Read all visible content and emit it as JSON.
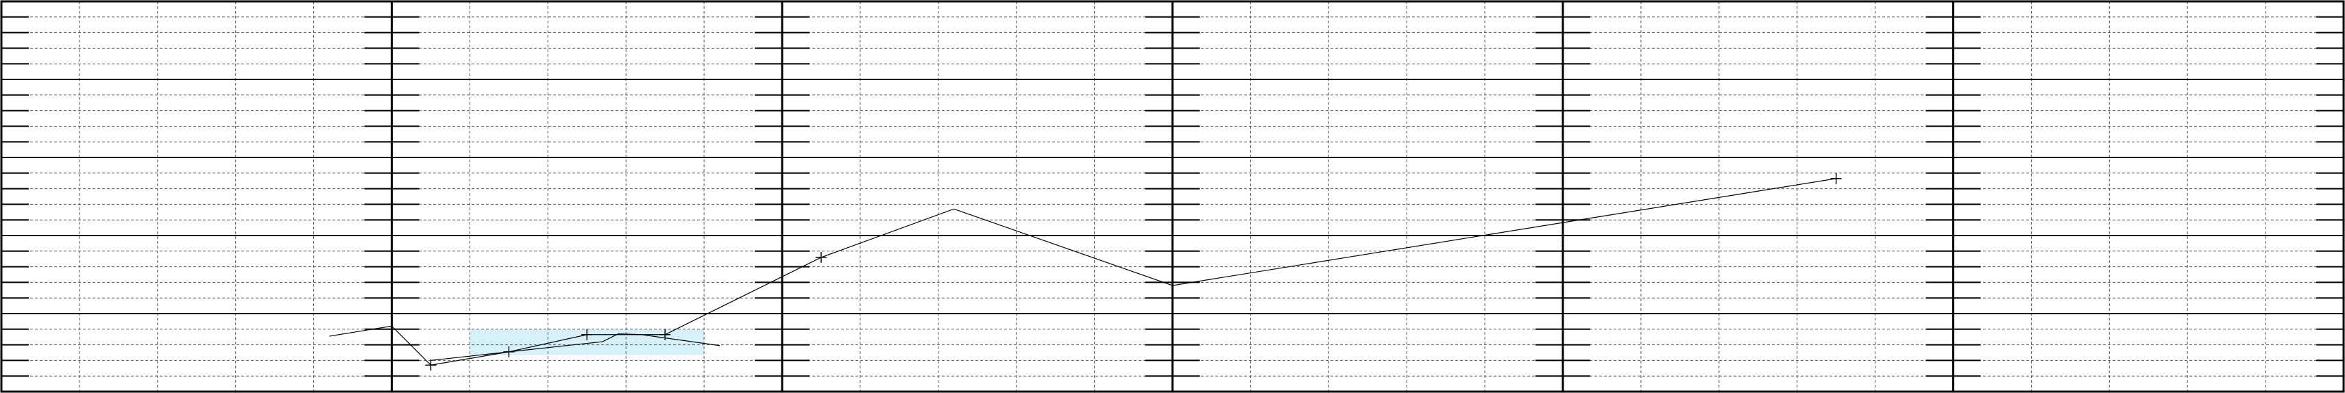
{
  "chart_data": {
    "type": "line",
    "title": "",
    "xlabel": "",
    "ylabel": "",
    "grid": true,
    "legend": "none",
    "xlim": [
      0,
      30
    ],
    "ylim": [
      0,
      5
    ],
    "major_x_step": 5,
    "minor_x_step": 1,
    "major_y_step": 1,
    "minor_y_step": 0.2,
    "series": [
      {
        "color": "#000000",
        "points": [
          [
            4.2,
            0.71
          ],
          [
            5.0,
            0.84
          ],
          [
            5.5,
            0.34
          ],
          [
            6.5,
            0.51
          ],
          [
            7.5,
            0.73
          ],
          [
            8.5,
            0.73
          ],
          [
            10.5,
            1.72
          ],
          [
            12.2,
            2.34
          ],
          [
            15.0,
            1.36
          ],
          [
            23.5,
            2.73
          ]
        ]
      },
      {
        "color": "#000000",
        "points": [
          [
            5.5,
            0.4
          ],
          [
            6.5,
            0.51
          ],
          [
            7.7,
            0.64
          ],
          [
            7.9,
            0.74
          ],
          [
            8.2,
            0.73
          ],
          [
            9.2,
            0.59
          ]
        ]
      }
    ],
    "markers": [
      [
        5.5,
        0.34
      ],
      [
        6.5,
        0.51
      ],
      [
        7.5,
        0.73
      ],
      [
        8.5,
        0.73
      ],
      [
        10.5,
        1.72
      ],
      [
        23.5,
        2.73
      ]
    ],
    "band": {
      "x": [
        6.0,
        9.0
      ],
      "y": [
        0.47,
        0.8
      ],
      "color": "#d6f1f9"
    }
  }
}
